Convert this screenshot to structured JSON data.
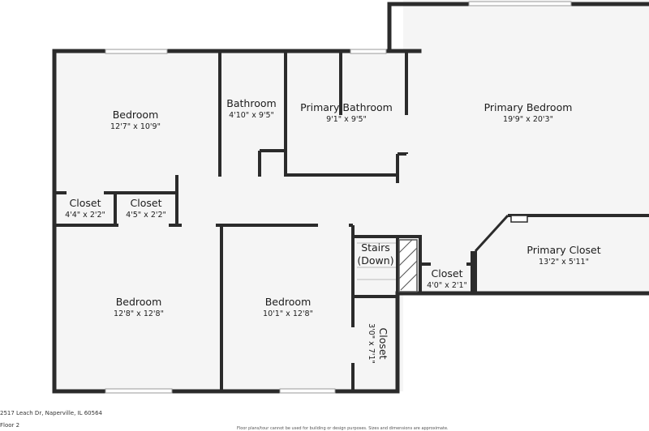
{
  "rooms": {
    "bedroom_nw": {
      "name": "Bedroom",
      "dims": "12'7\" x 10'9\""
    },
    "bathroom": {
      "name": "Bathroom",
      "dims": "4'10\" x 9'5\""
    },
    "primary_bath": {
      "name": "Primary Bathroom",
      "dims": "9'1\" x 9'5\""
    },
    "primary_bed": {
      "name": "Primary Bedroom",
      "dims": "19'9\" x 20'3\""
    },
    "closet_a": {
      "name": "Closet",
      "dims": "4'4\" x 2'2\""
    },
    "closet_b": {
      "name": "Closet",
      "dims": "4'5\" x 2'2\""
    },
    "stairs": {
      "name_line1": "Stairs",
      "name_line2": "(Down)"
    },
    "closet_c": {
      "name": "Closet",
      "dims": "4'0\" x 2'1\""
    },
    "primary_closet": {
      "name": "Primary Closet",
      "dims": "13'2\" x 5'11\""
    },
    "bedroom_sw": {
      "name": "Bedroom",
      "dims": "12'8\" x 12'8\""
    },
    "bedroom_s": {
      "name": "Bedroom",
      "dims": "10'1\" x 12'8\""
    },
    "closet_v": {
      "name": "Closet",
      "dims": "3'0\" x 7'1\""
    }
  },
  "footer": {
    "address": "2517 Leach Dr, Naperville, IL 60564",
    "floor": "Floor 2",
    "disclaimer": "Floor plans/tour cannot be used for building or design purposes. Sizes and dimensions are approximate."
  },
  "colors": {
    "wall": "#2b2b2b",
    "floor": "#f5f5f5",
    "window": "#ffffff",
    "stair_hatch": "#555555"
  }
}
